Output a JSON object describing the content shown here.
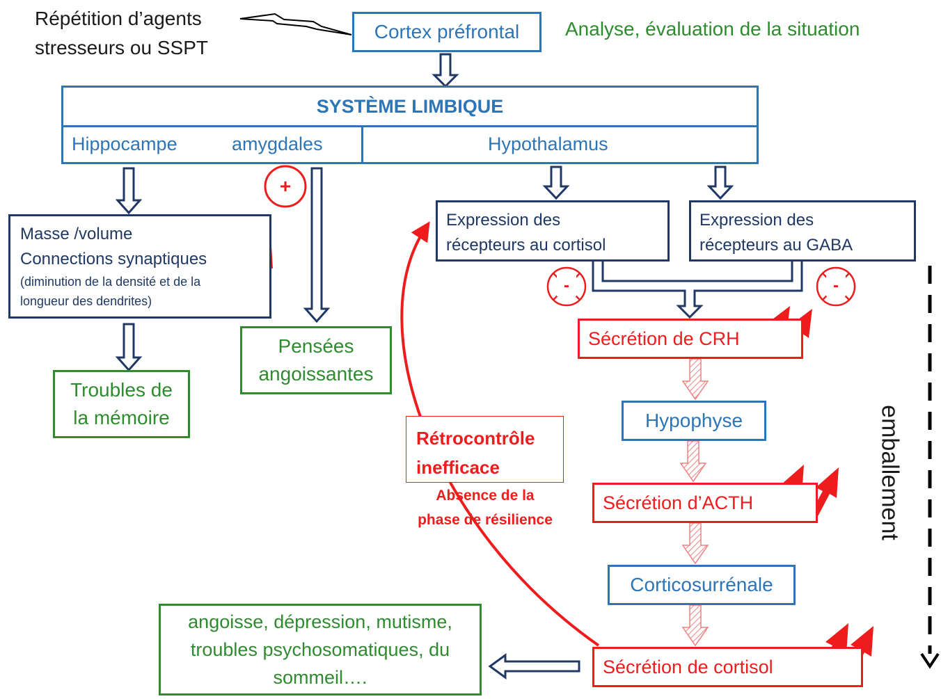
{
  "stressors": "Répétition d’agents stresseurs ou SSPT",
  "stressors_line1": "Répétition d’agents",
  "stressors_line2": "stresseurs ou SSPT",
  "cortex": "Cortex préfrontal",
  "analysis": "Analyse, évaluation de la situation",
  "limbic": {
    "title": "SYSTÈME LIMBIQUE",
    "hippocampe": "Hippocampe",
    "amygdales": "amygdales",
    "hypothalamus": "Hypothalamus"
  },
  "masse_box": {
    "line1": "Masse /volume",
    "line2": "Connections synaptiques",
    "line3": "(diminution de la densité et de la",
    "line4": "longueur des dendrites)"
  },
  "troubles_memoire": {
    "line1": "Troubles de",
    "line2": "la mémoire"
  },
  "pensees": {
    "line1": "Pensées",
    "line2": "angoissantes"
  },
  "plus_sign": "+",
  "minus_sign": "-",
  "recepteurs_cortisol": {
    "line1": "Expression des",
    "line2": "récepteurs au cortisol"
  },
  "recepteurs_gaba": {
    "line1": "Expression des",
    "line2": "récepteurs au GABA"
  },
  "crh": "Sécrétion de CRH",
  "hypophyse": "Hypophyse",
  "acth": "Sécrétion d’ACTH",
  "corticosurrenale": "Corticosurrénale",
  "cortisol": "Sécrétion de cortisol",
  "retro": {
    "line1": "Rétrocontrôle",
    "line2": "inefficace"
  },
  "absence": {
    "line1": "Absence de la",
    "line2": "phase de résilience"
  },
  "consequences": {
    "line1": "angoisse, dépression, mutisme,",
    "line2": "troubles psychosomatiques, du",
    "line3": "sommeil…."
  },
  "emballement": "emballement",
  "colors": {
    "blue": "#2e75b6",
    "navy": "#1f3864",
    "green": "#2e8b2e",
    "red": "#ee1c1c"
  }
}
